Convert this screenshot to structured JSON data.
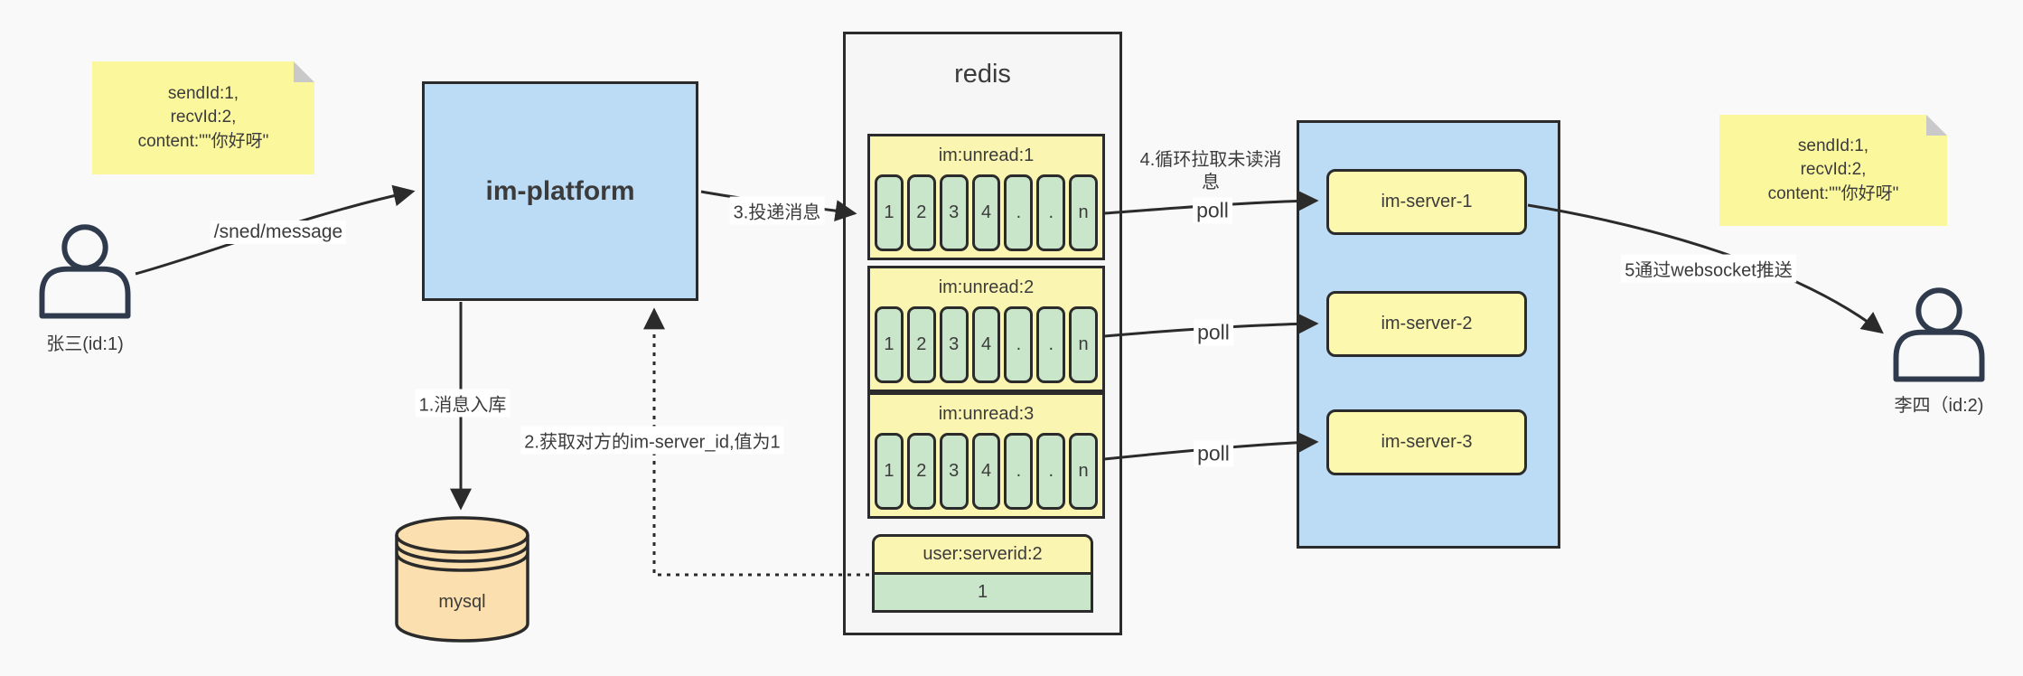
{
  "colors": {
    "background": "#f9f9f9",
    "note_yellow": "#fbf79d",
    "box_blue": "#bcdcf5",
    "box_yellow": "#fbf5b2",
    "cell_green": "#c9e5ca",
    "db_peach": "#fcdfae",
    "stroke_dark": "#2b2b2b"
  },
  "notes": {
    "left": {
      "line1": "sendId:1,",
      "line2": "recvId:2,",
      "line3": "content:\"\"你好呀\""
    },
    "right": {
      "line1": "sendId:1,",
      "line2": "recvId:2,",
      "line3": "content:\"\"你好呀\""
    }
  },
  "actors": {
    "sender": {
      "label": "张三(id:1)"
    },
    "receiver": {
      "label": "李四（id:2)"
    }
  },
  "platform": {
    "label": "im-platform"
  },
  "database": {
    "label": "mysql"
  },
  "redis": {
    "title": "redis",
    "queues": [
      {
        "header": "im:unread:1",
        "cells": [
          "1",
          "2",
          "3",
          "4",
          ".",
          ".",
          "n"
        ]
      },
      {
        "header": "im:unread:2",
        "cells": [
          "1",
          "2",
          "3",
          "4",
          ".",
          ".",
          "n"
        ]
      },
      {
        "header": "im:unread:3",
        "cells": [
          "1",
          "2",
          "3",
          "4",
          ".",
          ".",
          "n"
        ]
      }
    ],
    "mapping": {
      "header": "user:serverid:2",
      "value": "1"
    }
  },
  "cluster": {
    "servers": [
      {
        "label": "im-server-1"
      },
      {
        "label": "im-server-2"
      },
      {
        "label": "im-server-3"
      }
    ]
  },
  "edges": {
    "send_api": "/sned/message",
    "step1": "1.消息入库",
    "step2": "2.获取对方的im-server_id,值为1",
    "step3": "3.投递消息",
    "step4": "4.循环拉取未读消息",
    "step5": "5通过websocket推送",
    "poll1": "poll",
    "poll2": "poll",
    "poll3": "poll"
  }
}
